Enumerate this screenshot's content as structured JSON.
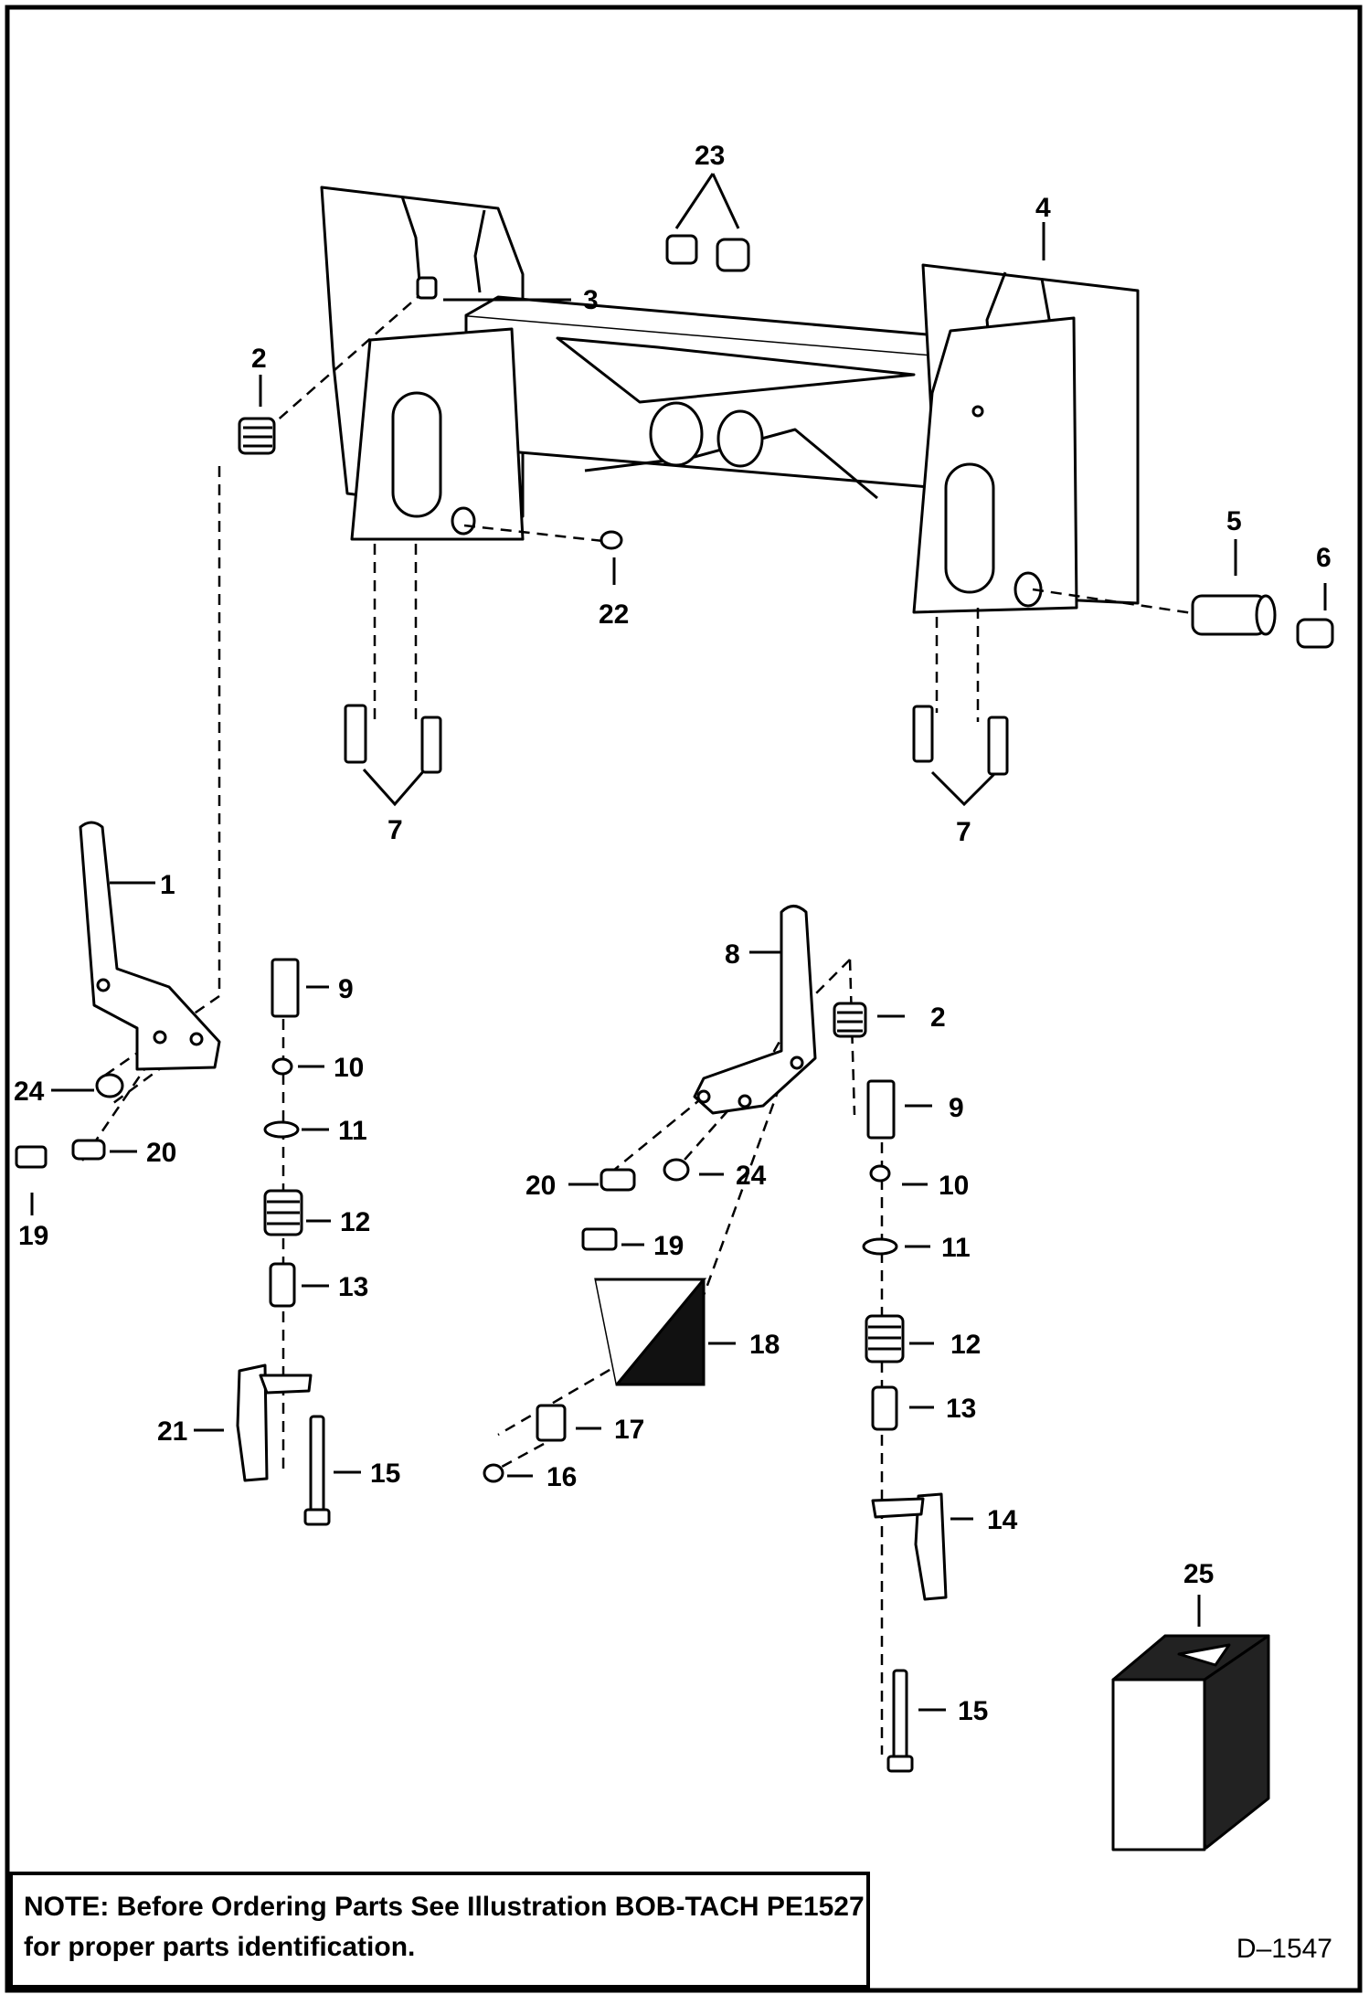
{
  "note": {
    "line1": "NOTE: Before Ordering Parts See Illustration BOB-TACH PE1527",
    "line2": "for proper parts identification."
  },
  "drawing_id": "D–1547",
  "callouts": [
    {
      "id": "c23",
      "label": "23"
    },
    {
      "id": "c4",
      "label": "4"
    },
    {
      "id": "c3",
      "label": "3"
    },
    {
      "id": "c2a",
      "label": "2"
    },
    {
      "id": "c22",
      "label": "22"
    },
    {
      "id": "c5",
      "label": "5"
    },
    {
      "id": "c6",
      "label": "6"
    },
    {
      "id": "c7a",
      "label": "7"
    },
    {
      "id": "c7b",
      "label": "7"
    },
    {
      "id": "c1",
      "label": "1"
    },
    {
      "id": "c9a",
      "label": "9"
    },
    {
      "id": "c10a",
      "label": "10"
    },
    {
      "id": "c11a",
      "label": "11"
    },
    {
      "id": "c12a",
      "label": "12"
    },
    {
      "id": "c13a",
      "label": "13"
    },
    {
      "id": "c21",
      "label": "21"
    },
    {
      "id": "c15a",
      "label": "15"
    },
    {
      "id": "c24a",
      "label": "24"
    },
    {
      "id": "c20a",
      "label": "20"
    },
    {
      "id": "c19a",
      "label": "19"
    },
    {
      "id": "c8",
      "label": "8"
    },
    {
      "id": "c2b",
      "label": "2"
    },
    {
      "id": "c9b",
      "label": "9"
    },
    {
      "id": "c10b",
      "label": "10"
    },
    {
      "id": "c11b",
      "label": "11"
    },
    {
      "id": "c12b",
      "label": "12"
    },
    {
      "id": "c13b",
      "label": "13"
    },
    {
      "id": "c14",
      "label": "14"
    },
    {
      "id": "c15b",
      "label": "15"
    },
    {
      "id": "c20b",
      "label": "20"
    },
    {
      "id": "c24b",
      "label": "24"
    },
    {
      "id": "c19b",
      "label": "19"
    },
    {
      "id": "c18",
      "label": "18"
    },
    {
      "id": "c17",
      "label": "17"
    },
    {
      "id": "c16",
      "label": "16"
    },
    {
      "id": "c25",
      "label": "25"
    }
  ]
}
